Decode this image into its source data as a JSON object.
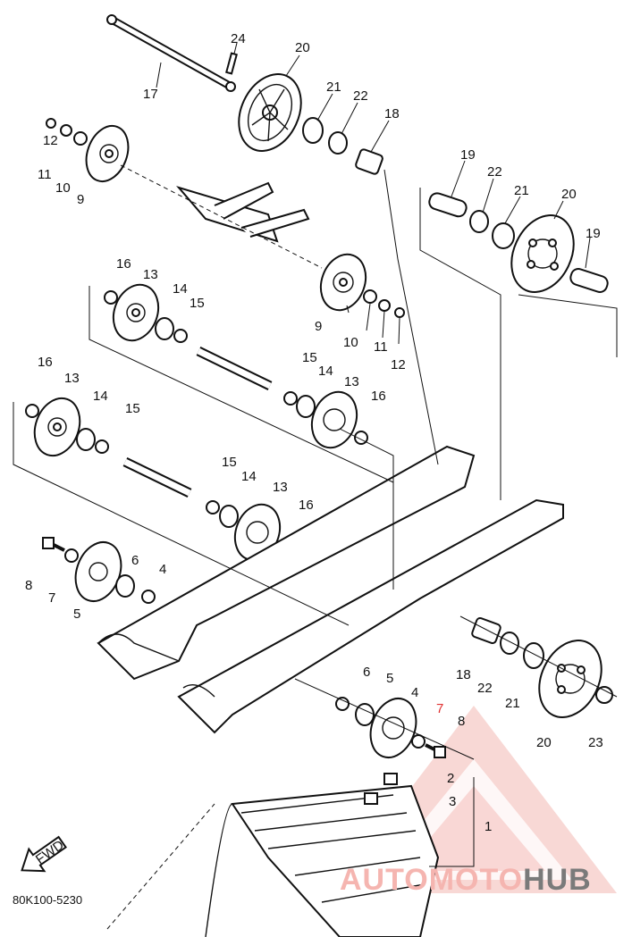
{
  "diagram": {
    "drawing_code": "80K100-5230",
    "fwd_label": "FWD",
    "watermark": {
      "part1": "AUTOMOTO",
      "part2": "HUB"
    },
    "callouts": [
      "24",
      "20",
      "21",
      "22",
      "18",
      "17",
      "12",
      "11",
      "10",
      "9",
      "19",
      "22",
      "21",
      "20",
      "19",
      "16",
      "13",
      "14",
      "15",
      "9",
      "10",
      "11",
      "12",
      "15",
      "14",
      "13",
      "16",
      "16",
      "13",
      "14",
      "15",
      "15",
      "14",
      "13",
      "16",
      "8",
      "7",
      "5",
      "6",
      "4",
      "18",
      "22",
      "21",
      "6",
      "5",
      "4",
      "7",
      "8",
      "20",
      "23",
      "2",
      "3",
      "1"
    ]
  },
  "colors": {
    "ink": "#111111",
    "accent_red": "#e03030",
    "watermark_pink": "#f5b5b0",
    "watermark_gray": "#7a7a7a"
  }
}
